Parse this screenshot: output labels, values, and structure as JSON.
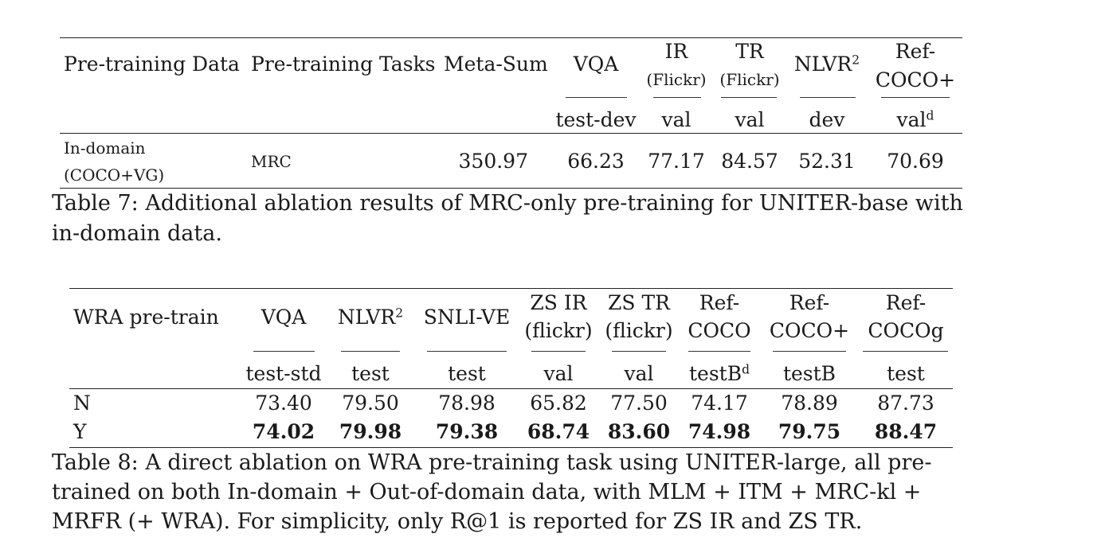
{
  "table7": {
    "headers": {
      "pretraining_data": "Pre-training Data",
      "pretraining_tasks": "Pre-training Tasks",
      "meta_sum": "Meta-Sum",
      "vqa": "VQA",
      "ir_line1": "IR",
      "ir_line2": "(Flickr)",
      "tr_line1": "TR",
      "tr_line2": "(Flickr)",
      "nlvr": "NLVR",
      "nlvr_sup": "2",
      "ref_line1": "Ref-",
      "ref_line2": "COCO+"
    },
    "splits": {
      "vqa": "test-dev",
      "ir": "val",
      "tr": "val",
      "nlvr": "dev",
      "ref": "val",
      "ref_sup": "d"
    },
    "row": {
      "data_line1": "In-domain",
      "data_line2": "(COCO+VG)",
      "tasks": "MRC",
      "meta_sum": "350.97",
      "vqa": "66.23",
      "ir": "77.17",
      "tr": "84.57",
      "nlvr": "52.31",
      "ref": "70.69"
    },
    "caption_line1": "Table 7: Additional ablation results of MRC-only pre-training for UNITER-base with",
    "caption_line2": "in-domain data."
  },
  "table8": {
    "headers": {
      "wra": "WRA pre-train",
      "vqa": "VQA",
      "nlvr": "NLVR",
      "nlvr_sup": "2",
      "snli": "SNLI-VE",
      "zsir_line1": "ZS IR",
      "zsir_line2": "(flickr)",
      "zstr_line1": "ZS TR",
      "zstr_line2": "(flickr)",
      "refcoco_line1": "Ref-",
      "refcoco_line2": "COCO",
      "refcocop_line1": "Ref-",
      "refcocop_line2": "COCO+",
      "refcocog_line1": "Ref-",
      "refcocog_line2": "COCOg"
    },
    "splits": {
      "vqa": "test-std",
      "nlvr": "test",
      "snli": "test",
      "zsir": "val",
      "zstr": "val",
      "refcoco": "testB",
      "refcoco_sup": "d",
      "refcocop": "testB",
      "refcocog": "test"
    },
    "rows": [
      {
        "label": "N",
        "vqa": "73.40",
        "nlvr": "79.50",
        "snli": "78.98",
        "zsir": "65.82",
        "zstr": "77.50",
        "refcoco": "74.17",
        "refcocop": "78.89",
        "refcocog": "87.73"
      },
      {
        "label": "Y",
        "vqa": "74.02",
        "nlvr": "79.98",
        "snli": "79.38",
        "zsir": "68.74",
        "zstr": "83.60",
        "refcoco": "74.98",
        "refcocop": "79.75",
        "refcocog": "88.47"
      }
    ],
    "caption_line1": "Table 8: A direct ablation on WRA pre-training task using UNITER-large, all pre-",
    "caption_line2": "trained on both In-domain + Out-of-domain data, with MLM + ITM + MRC-kl +",
    "caption_line3": "MRFR (+ WRA). For simplicity, only R@1 is reported for ZS IR and ZS TR."
  }
}
